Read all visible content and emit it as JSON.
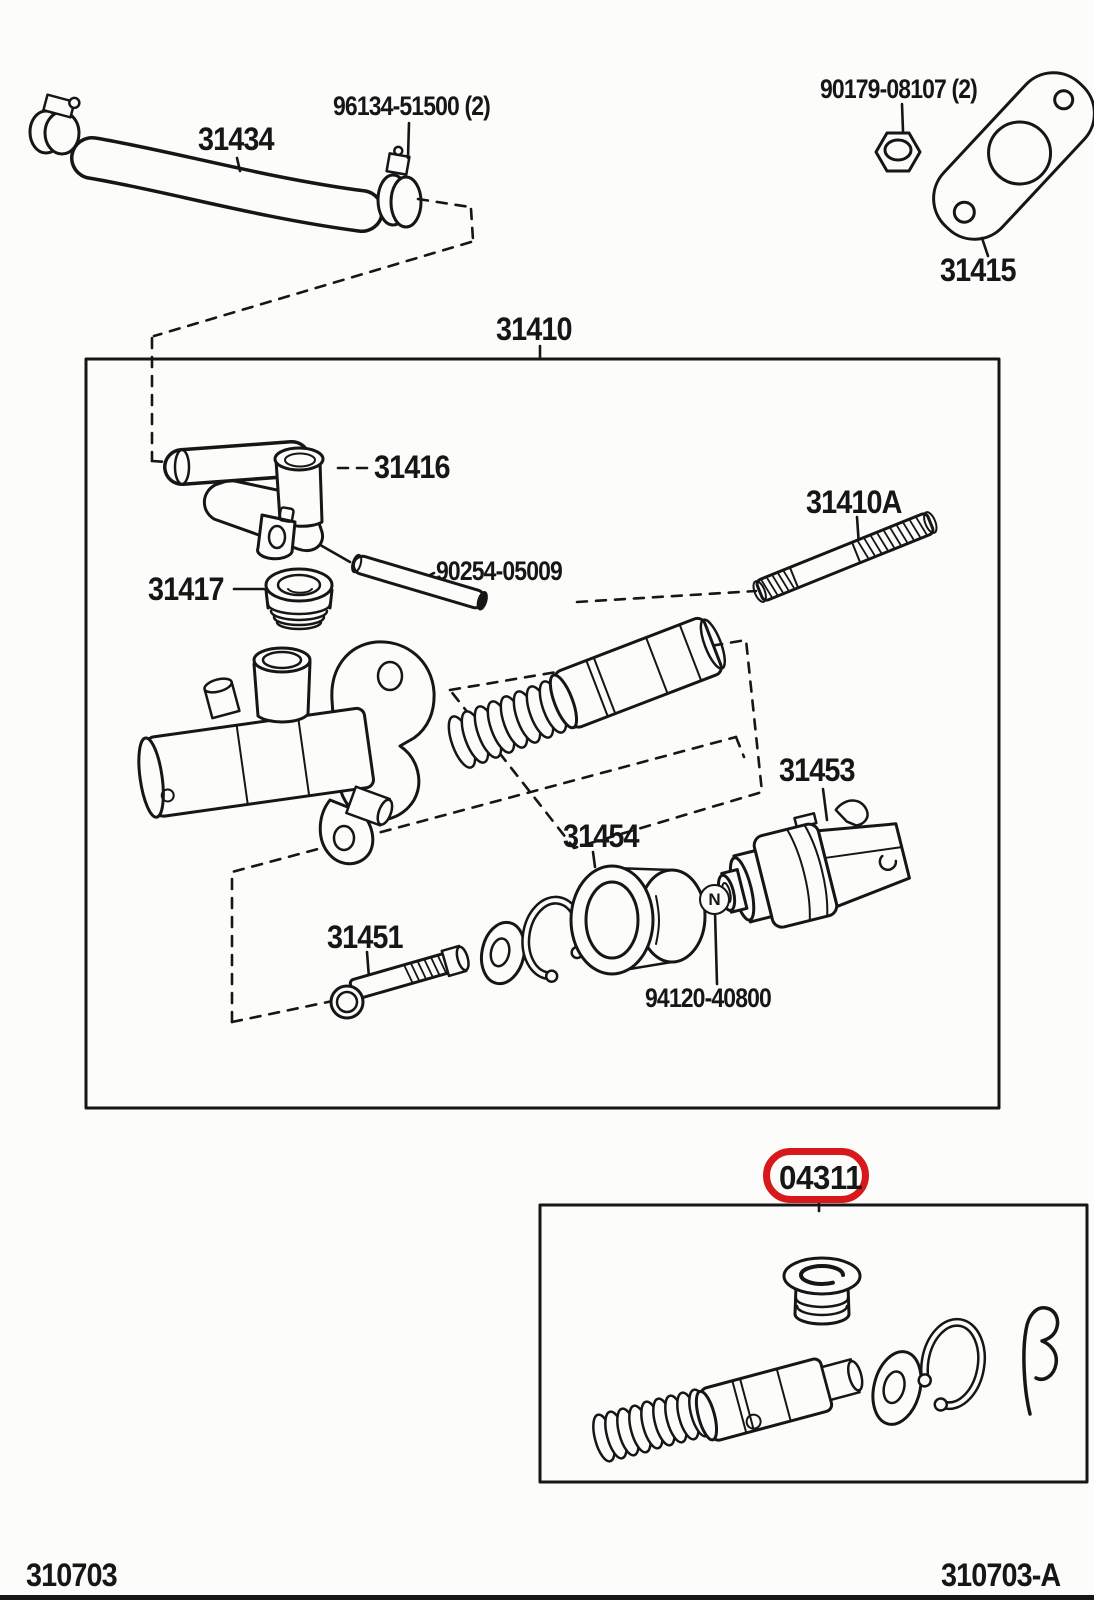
{
  "document": {
    "type": "parts-diagram",
    "description": "Clutch master cylinder exploded parts diagram"
  },
  "labels": {
    "hose_31434": "31434",
    "clamp_96134": "96134-51500 (2)",
    "nut_90179": "90179-08107 (2)",
    "gasket_31415": "31415",
    "assembly_31410": "31410",
    "union_31416": "31416",
    "pin_90254": "90254-05009",
    "cap_31417": "31417",
    "rod_31410a": "31410A",
    "valve_31453": "31453",
    "bushing_31454": "31454",
    "pushrod_31451": "31451",
    "grommet_94120": "94120-40800",
    "kit_04311": "04311"
  },
  "symbols": {
    "n_marker": "N"
  },
  "footer": {
    "left_code": "310703",
    "right_code": "310703-A"
  },
  "colors": {
    "line": "#161616",
    "highlight": "#d7191c",
    "background": "#fcfcfa"
  }
}
